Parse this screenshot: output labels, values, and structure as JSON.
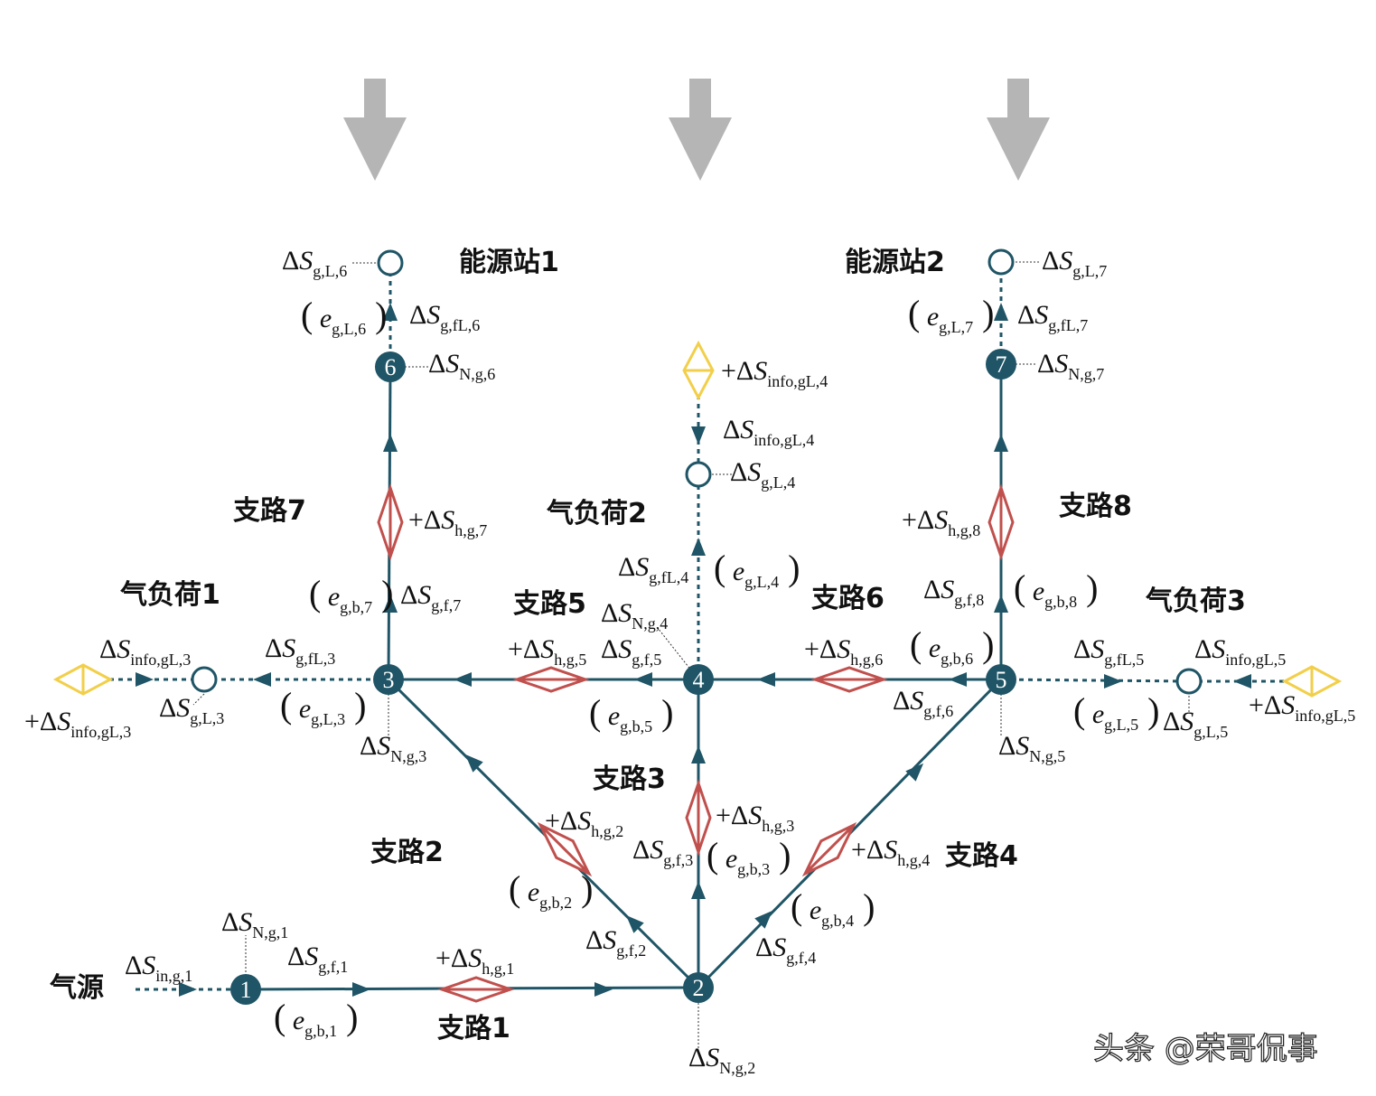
{
  "colors": {
    "line": "#1f5566",
    "branch": "#c0504d",
    "info": "#f2cf4a",
    "flow": "#b5b5b5"
  },
  "titles": [
    "能源站1",
    "能源站2",
    "气负荷2",
    "支路7",
    "支路8",
    "气负荷1",
    "支路5",
    "支路6",
    "气负荷3",
    "支路3",
    "支路2",
    "支路4",
    "气源",
    "支路1"
  ],
  "nodes": [
    "1",
    "2",
    "3",
    "4",
    "5",
    "6",
    "7"
  ],
  "labels": [
    {
      "p": "Δ",
      "v": "S",
      "s": "g,L,6"
    },
    {
      "paren": true,
      "v": "e",
      "s": "g,L,6"
    },
    {
      "p": "Δ",
      "v": "S",
      "s": "g,fL,6"
    },
    {
      "p": "Δ",
      "v": "S",
      "s": "N,g,6"
    },
    {
      "p": "Δ",
      "v": "S",
      "s": "g,L,7"
    },
    {
      "paren": true,
      "v": "e",
      "s": "g,L,7"
    },
    {
      "p": "Δ",
      "v": "S",
      "s": "g,fL,7"
    },
    {
      "p": "Δ",
      "v": "S",
      "s": "N,g,7"
    },
    {
      "p": "+Δ",
      "v": "S",
      "s": "info,gL,4"
    },
    {
      "p": "Δ",
      "v": "S",
      "s": "info,gL,4"
    },
    {
      "p": "Δ",
      "v": "S",
      "s": "g,L,4"
    },
    {
      "p": "+Δ",
      "v": "S",
      "s": "h,g,7"
    },
    {
      "p": "+Δ",
      "v": "S",
      "s": "h,g,8"
    },
    {
      "p": "Δ",
      "v": "S",
      "s": "g,fL,4"
    },
    {
      "paren": true,
      "v": "e",
      "s": "g,L,4"
    },
    {
      "paren": true,
      "v": "e",
      "s": "g,b,7"
    },
    {
      "p": "Δ",
      "v": "S",
      "s": "g,f,7"
    },
    {
      "p": "Δ",
      "v": "S",
      "s": "g,f,8"
    },
    {
      "paren": true,
      "v": "e",
      "s": "g,b,8"
    },
    {
      "p": "Δ",
      "v": "S",
      "s": "N,g,4"
    },
    {
      "p": "Δ",
      "v": "S",
      "s": "info,gL,3"
    },
    {
      "p": "Δ",
      "v": "S",
      "s": "g,fL,3"
    },
    {
      "p": "+Δ",
      "v": "S",
      "s": "h,g,5"
    },
    {
      "p": "Δ",
      "v": "S",
      "s": "g,f,5"
    },
    {
      "p": "+Δ",
      "v": "S",
      "s": "h,g,6"
    },
    {
      "paren": true,
      "v": "e",
      "s": "g,b,6"
    },
    {
      "p": "Δ",
      "v": "S",
      "s": "g,fL,5"
    },
    {
      "p": "Δ",
      "v": "S",
      "s": "info,gL,5"
    },
    {
      "p": "Δ",
      "v": "S",
      "s": "g,f,6"
    },
    {
      "p": "+Δ",
      "v": "S",
      "s": "info,gL,3"
    },
    {
      "p": "Δ",
      "v": "S",
      "s": "g,L,3"
    },
    {
      "paren": true,
      "v": "e",
      "s": "g,L,3"
    },
    {
      "paren": true,
      "v": "e",
      "s": "g,b,5"
    },
    {
      "paren": true,
      "v": "e",
      "s": "g,L,5"
    },
    {
      "p": "Δ",
      "v": "S",
      "s": "g,L,5"
    },
    {
      "p": "+Δ",
      "v": "S",
      "s": "info,gL,5"
    },
    {
      "p": "Δ",
      "v": "S",
      "s": "N,g,3"
    },
    {
      "p": "Δ",
      "v": "S",
      "s": "N,g,5"
    },
    {
      "p": "+Δ",
      "v": "S",
      "s": "h,g,2"
    },
    {
      "p": "+Δ",
      "v": "S",
      "s": "h,g,3"
    },
    {
      "p": "Δ",
      "v": "S",
      "s": "g,f,3"
    },
    {
      "paren": true,
      "v": "e",
      "s": "g,b,3"
    },
    {
      "p": "+Δ",
      "v": "S",
      "s": "h,g,4"
    },
    {
      "paren": true,
      "v": "e",
      "s": "g,b,2"
    },
    {
      "paren": true,
      "v": "e",
      "s": "g,b,4"
    },
    {
      "p": "Δ",
      "v": "S",
      "s": "N,g,1"
    },
    {
      "p": "Δ",
      "v": "S",
      "s": "g,f,2"
    },
    {
      "p": "Δ",
      "v": "S",
      "s": "g,f,4"
    },
    {
      "p": "Δ",
      "v": "S",
      "s": "in,g,1"
    },
    {
      "p": "Δ",
      "v": "S",
      "s": "g,f,1"
    },
    {
      "p": "+Δ",
      "v": "S",
      "s": "h,g,1"
    },
    {
      "paren": true,
      "v": "e",
      "s": "g,b,1"
    },
    {
      "p": "Δ",
      "v": "S",
      "s": "N,g,2"
    }
  ],
  "watermark": "头条 @荣哥侃事"
}
